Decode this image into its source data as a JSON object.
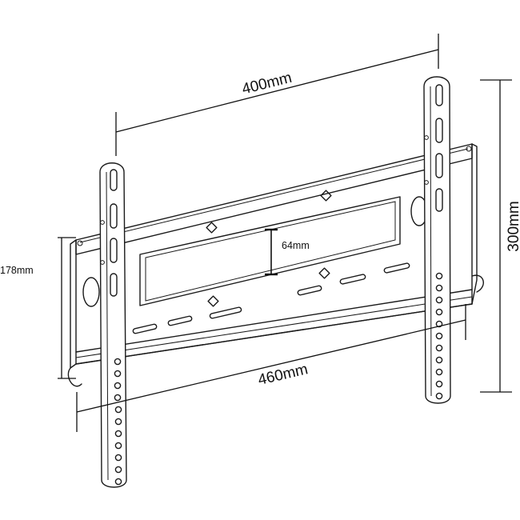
{
  "dimensions": {
    "top_width": "400mm",
    "bottom_width": "460mm",
    "right_height": "300mm",
    "left_height": "178mm",
    "center_gap": "64mm"
  },
  "colors": {
    "line": "#1a1a1a",
    "background": "#ffffff"
  }
}
